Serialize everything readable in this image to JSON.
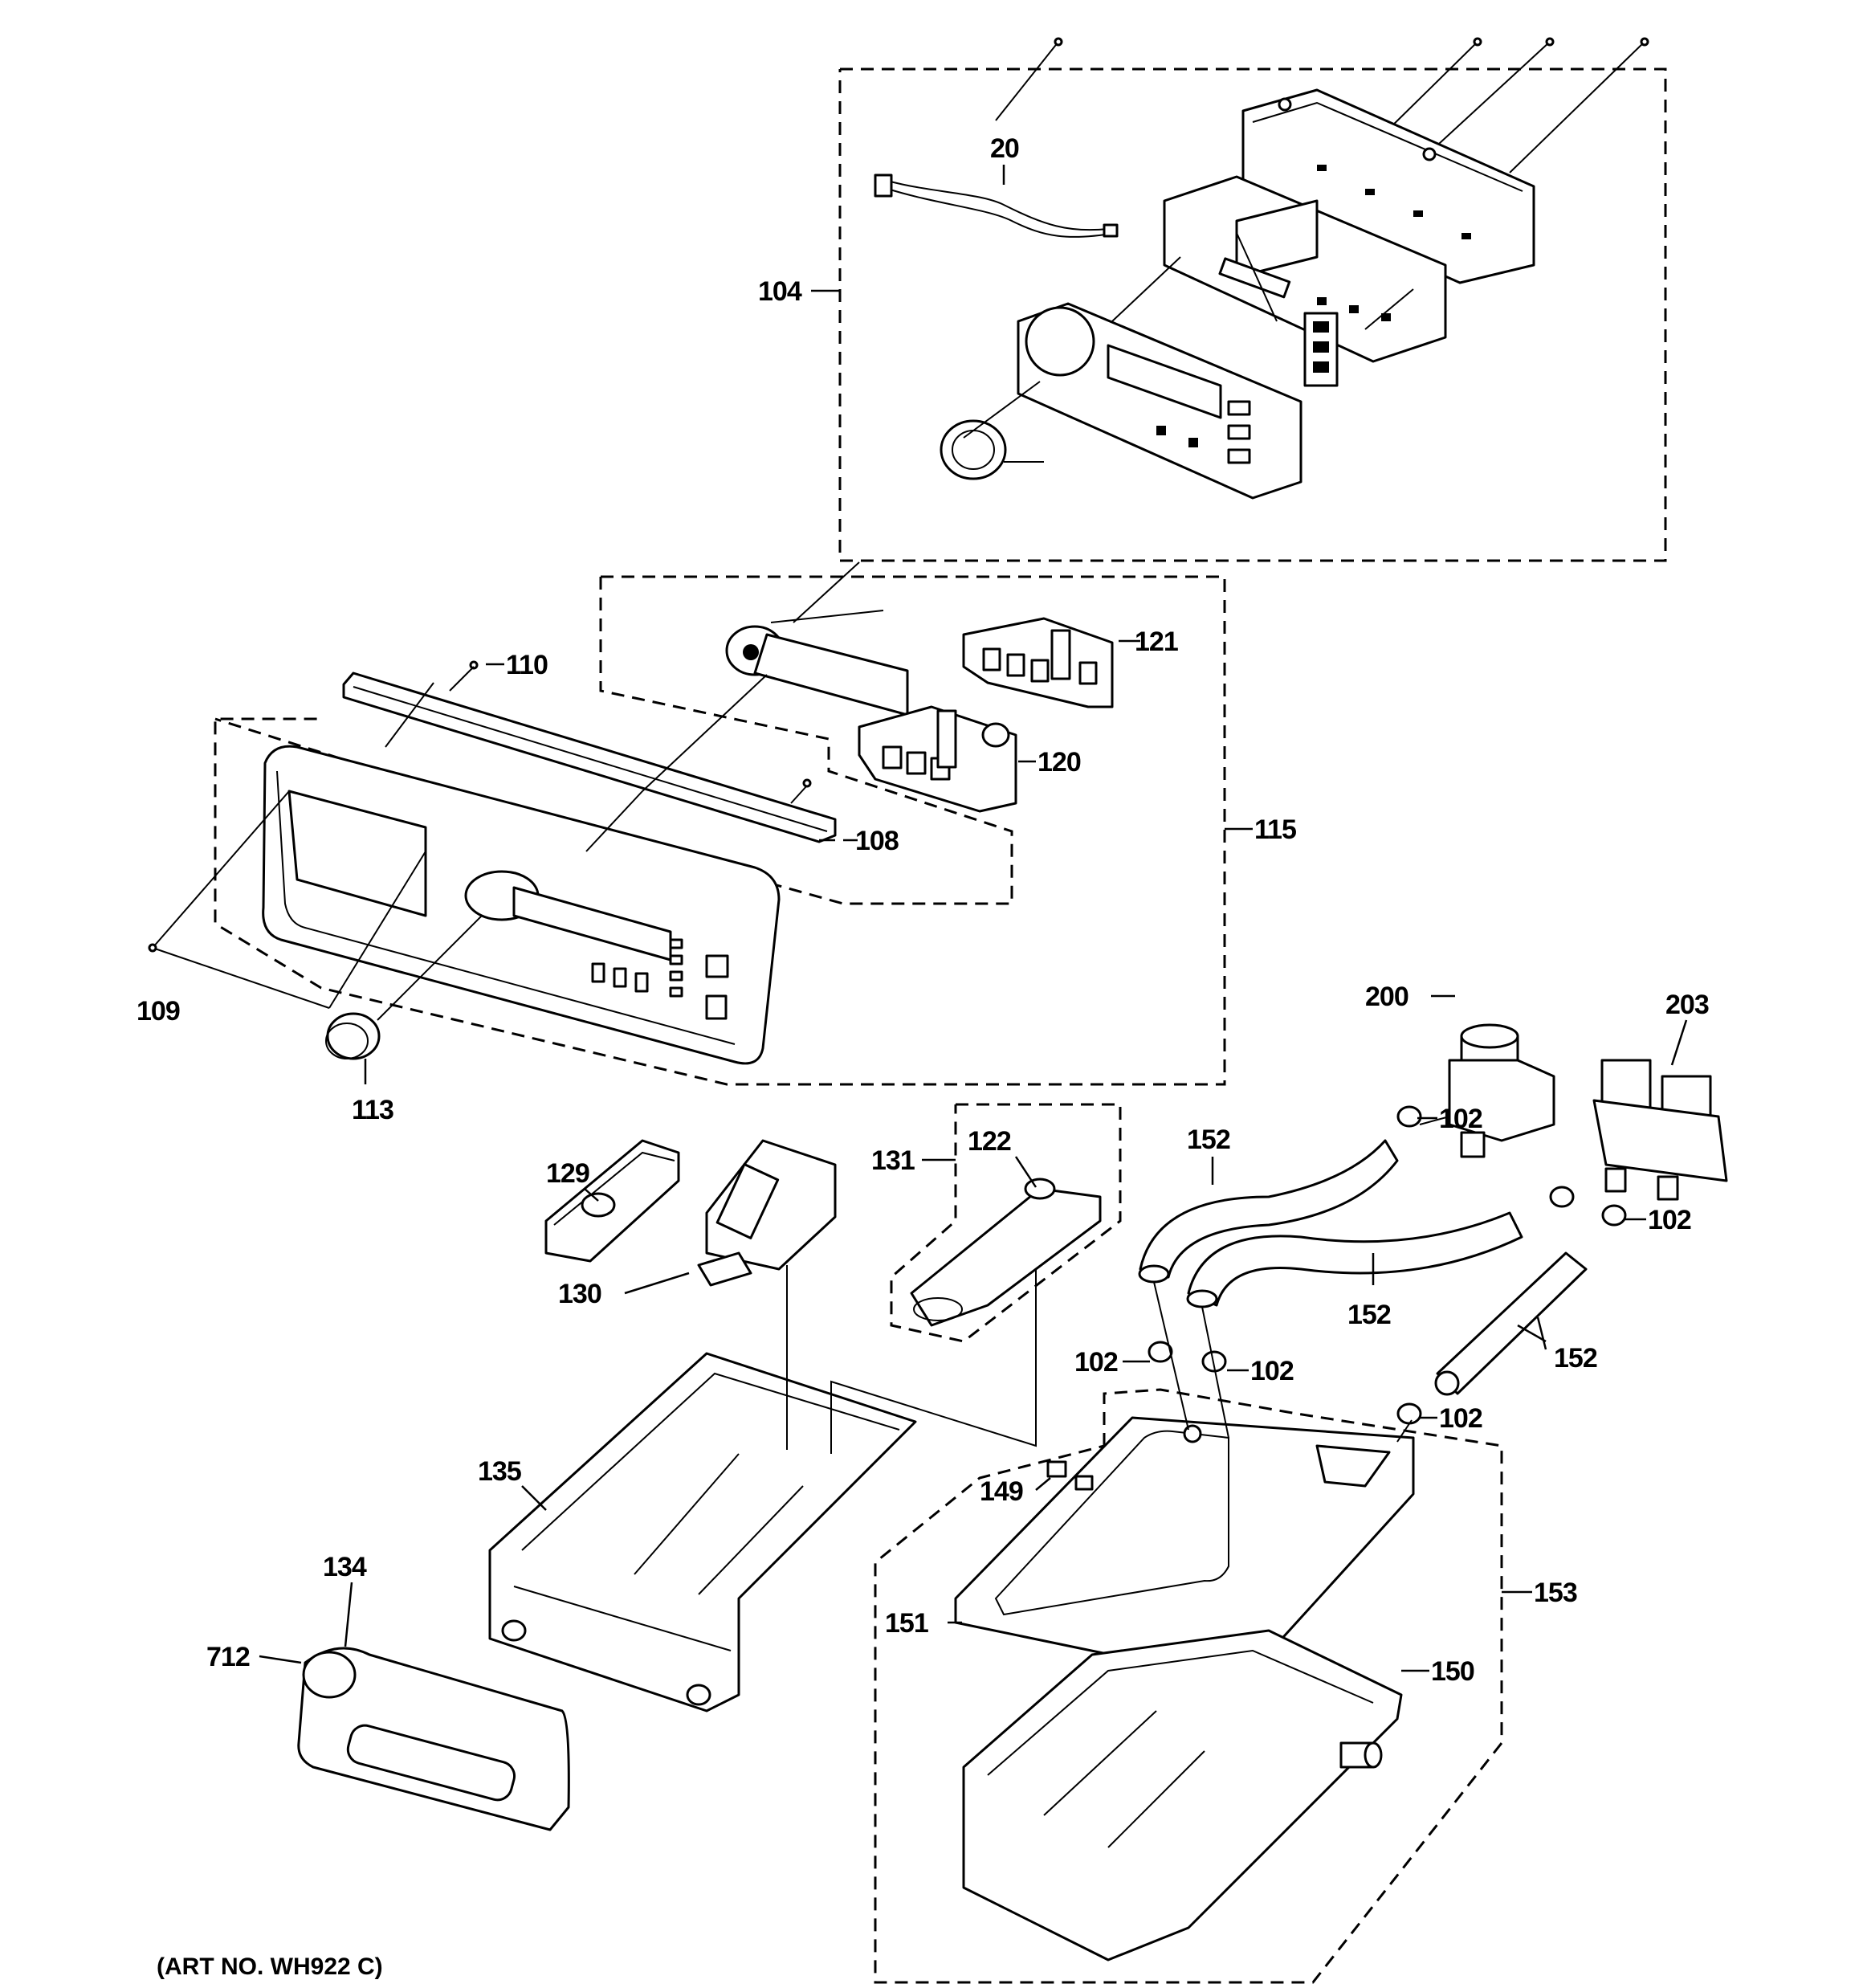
{
  "diagram": {
    "labels": {
      "p20": "20",
      "p104": "104",
      "p110": "110",
      "p121": "121",
      "p120": "120",
      "p108": "108",
      "p115": "115",
      "p109": "109",
      "p113": "113",
      "p200": "200",
      "p203": "203",
      "p102a": "102",
      "p102b": "102",
      "p102c": "102",
      "p102d": "102",
      "p102e": "102",
      "p152a": "152",
      "p152b": "152",
      "p152c": "152",
      "p129": "129",
      "p131": "131",
      "p122": "122",
      "p130": "130",
      "p135": "135",
      "p149": "149",
      "p134": "134",
      "p712": "712",
      "p151": "151",
      "p153": "153",
      "p150": "150"
    },
    "art_no": "(ART NO. WH922 C)"
  }
}
